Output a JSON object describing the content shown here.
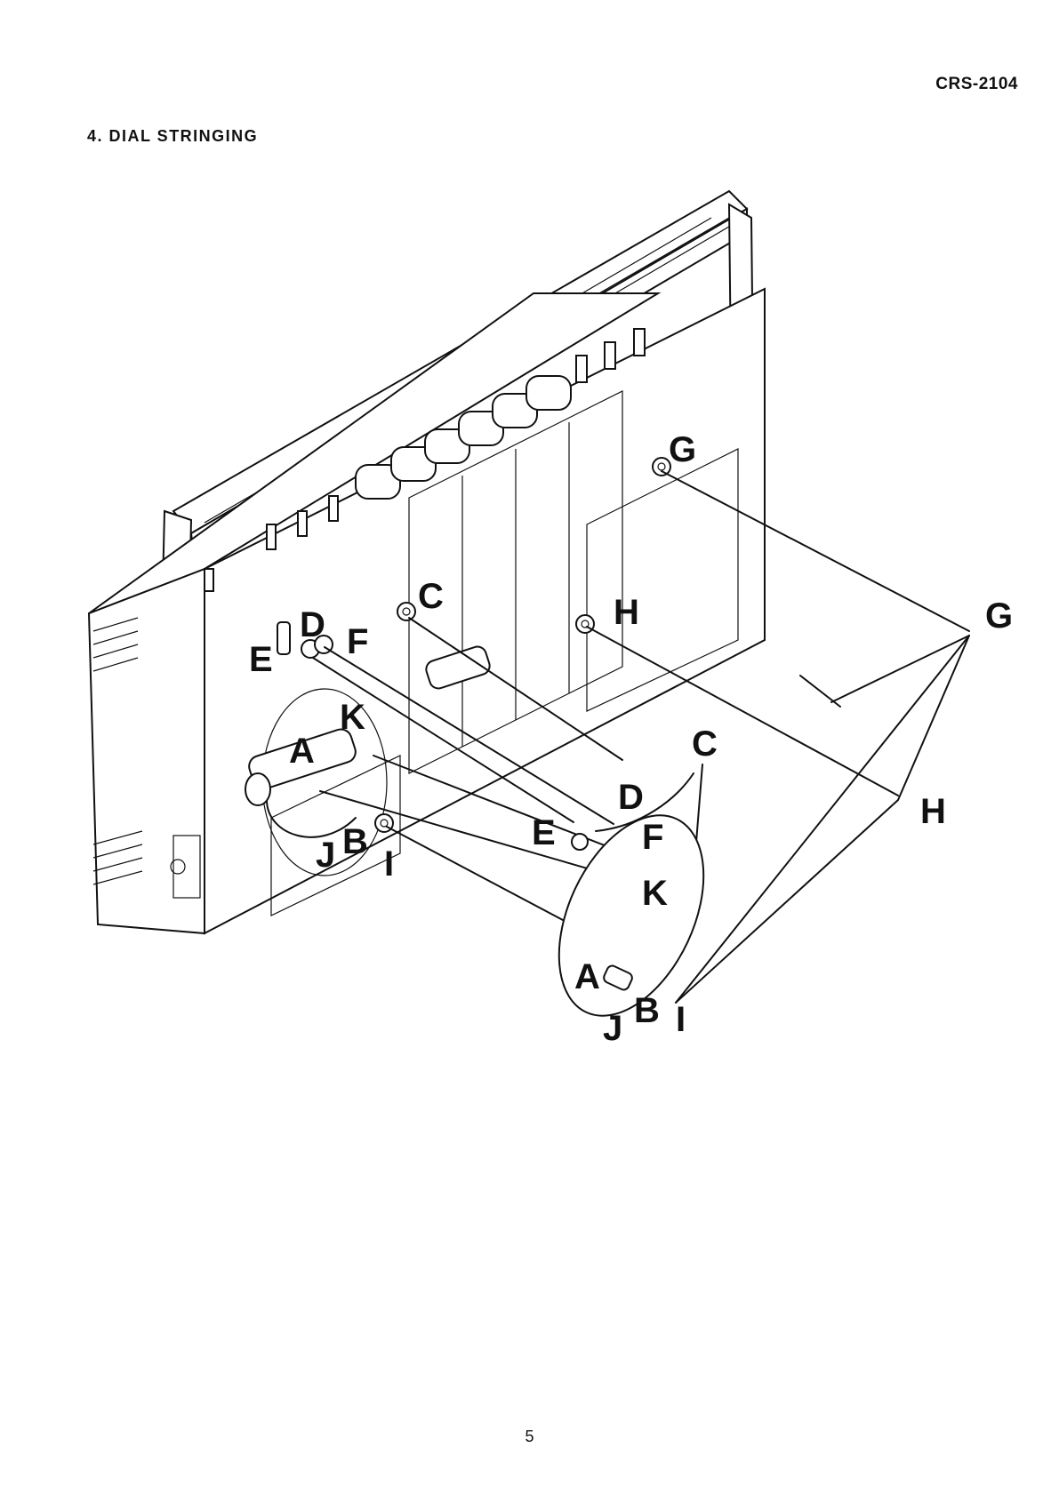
{
  "header": {
    "model": "CRS-2104",
    "title": "4. DIAL STRINGING"
  },
  "figure": {
    "labels": {
      "g_main": "G",
      "c_main": "C",
      "h_main": "H",
      "d_main": "D",
      "f_main": "F",
      "e_main": "E",
      "k_main": "K",
      "a_main": "A",
      "j_main": "J",
      "b_main": "B",
      "i_main": "I",
      "g_inset": "G",
      "c_inset": "C",
      "h_inset": "H",
      "d_inset": "D",
      "e_inset": "E",
      "f_inset": "F",
      "k_inset": "K",
      "a_inset": "A",
      "b_inset": "B",
      "i_inset": "I",
      "j_inset": "J"
    }
  },
  "footer": {
    "page_number": "5"
  }
}
